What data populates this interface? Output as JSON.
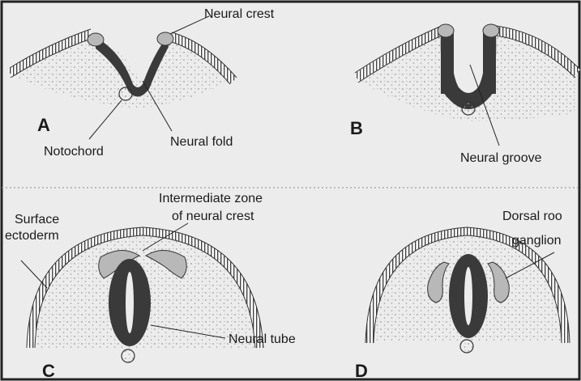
{
  "colors": {
    "background": "#ececec",
    "frame": "#222222",
    "mesoderm_dots": "#9a9a9a",
    "neural_tissue": "#3a3a3a",
    "crest": "#b8b8b8",
    "ectoderm_stripes": "#444444"
  },
  "panels": {
    "a": {
      "letter": "A",
      "labels": {
        "neural_crest": "Neural crest",
        "notochord": "Notochord",
        "neural_fold": "Neural fold"
      }
    },
    "b": {
      "letter": "B",
      "labels": {
        "neural_groove": "Neural groove"
      }
    },
    "c": {
      "letter": "C",
      "labels": {
        "intermediate_zone_line1": "Intermediate zone",
        "intermediate_zone_line2": "of neural crest",
        "surface_ectoderm_line1": "Surface",
        "surface_ectoderm_line2": "ectoderm",
        "neural_tube": "Neural tube"
      }
    },
    "d": {
      "letter": "D",
      "labels": {
        "dorsal_root_line1": "Dorsal roo",
        "dorsal_root_line2": "ganglion"
      }
    }
  }
}
